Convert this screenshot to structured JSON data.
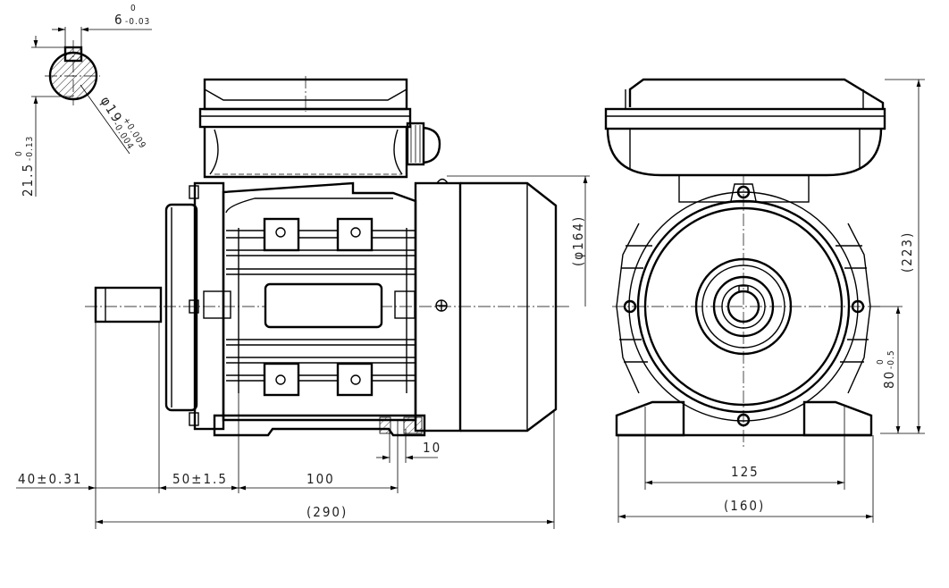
{
  "drawing": {
    "key_width": {
      "nominal": "6",
      "upper": "0",
      "lower": "-0.03"
    },
    "key_depth": {
      "nominal": "21.5",
      "upper": "0",
      "lower": "-0.13"
    },
    "shaft_diameter": {
      "nominal": "φ19",
      "upper": "+0.009",
      "lower": "-0.004"
    },
    "shaft_length": "40±0.31",
    "flange_to_foot_hole": "50±1.5",
    "foot_hole_spacing": "100",
    "overall_length": "(290)",
    "foot_hole_size": "10",
    "fan_cover_diameter": "(φ164)",
    "overall_height": "(223)",
    "shaft_height": {
      "nominal": "80",
      "upper": "0",
      "lower": "-0.5"
    },
    "foot_hole_width": "125",
    "foot_width": "(160)"
  }
}
